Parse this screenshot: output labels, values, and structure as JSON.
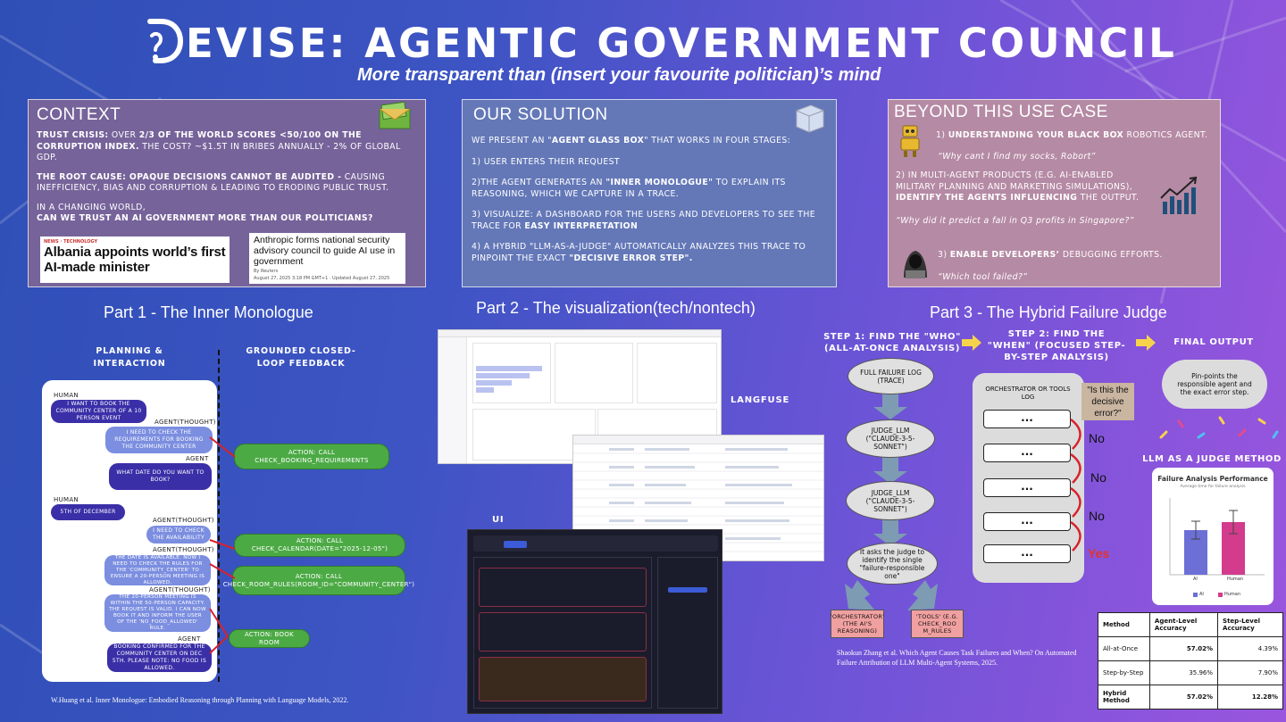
{
  "header": {
    "title": "EVISE: AGENTIC GOVERNMENT COUNCIL",
    "subtitle": "More transparent than (insert your favourite politician)’s mind"
  },
  "context": {
    "heading": "CONTEXT",
    "p1_a": "Trust crisis:",
    "p1_b": " over ",
    "p1_c": "2/3 of the world scores <50/100 on the Corruption Index.",
    "p1_d": " The cost? ~$1.5T in bribes annually - 2% of global GDP.",
    "p2_a": "The Root Cause: Opaque decisions cannot be audited -",
    "p2_b": " causing inefficiency, bias and corruption & leading to eroding public trust.",
    "p3_a": "In a changing world,",
    "p3_b": "can we trust an AI government more than our politicians?",
    "news1_tag": "NEWS · TECHNOLOGY",
    "news1": "Albania appoints world’s first AI-made minister",
    "news2": "Anthropic forms national security advisory council to guide AI use in government",
    "news2_by": "By Reuters",
    "news2_date": "August 27, 2025 3:18 PM GMT+1 · Updated August 27, 2025"
  },
  "solution": {
    "heading": "OUR SOLUTION",
    "p1_a": "We present an \"",
    "p1_b": "Agent Glass Box",
    "p1_c": "\"  that works in four stages:",
    "p2": "1) User enters their request",
    "p3_a": "2)The agent generates an ",
    "p3_b": "\"inner monologue\"",
    "p3_c": " to explain its reasoning, which we capture in a trace.",
    "p4_a": "3) Visualize: A dashboard for the users and developers to see the trace for ",
    "p4_b": "easy interpretation",
    "p5_a": "4) A Hybrid \"LLM-as-a-Judge\" automatically analyzes this trace to pinpoint the exact ",
    "p5_b": "\"decisive error step\"."
  },
  "beyond": {
    "heading": "BEYOND THIS USE CASE",
    "i1_a": "1) ",
    "i1_b": "Understanding your black box",
    "i1_c": " robotics agent.",
    "q1": "“Why cant I find my socks, Robort”",
    "i2_a": "2) In multi-agent products (e.g. AI-enabled military planning and marketing simulations), ",
    "i2_b": "identify the agents influencing",
    "i2_c": " the output.",
    "q2": "“Why did it predict a fall in Q3 profits in Singapore?”",
    "i3_a": "3) ",
    "i3_b": "Enable developers’",
    "i3_c": " debugging efforts.",
    "q3": "“Which tool failed?”"
  },
  "part1": {
    "title": "Part 1 - The Inner Monologue",
    "col_left": "PLANNING & INTERACTION",
    "col_right": "GROUNDED CLOSED-LOOP FEEDBACK",
    "labels": [
      "HUMAN",
      "AGENT(THOUGHT)",
      "AGENT",
      "HUMAN",
      "AGENT(THOUGHT)",
      "AGENT(THOUGHT)",
      "AGENT(THOUGHT)",
      "AGENT"
    ],
    "bubbles": [
      "I WANT TO BOOK THE COMMUNITY CENTER OF A 10 PERSON EVENT",
      "I NEED TO CHECK THE REQUIREMENTS FOR BOOKING THE COMMUNITY CENTER",
      "WHAT DATE DO YOU WANT TO BOOK?",
      "5TH OF DECEMBER",
      "I NEED TO CHECK THE AVAILABILITY",
      "THE DATE IS AVAILABLE. NOW I NEED TO CHECK THE RULES FOR THE 'COMMUNITY_CENTER' TO ENSURE A 20-PERSON MEETING IS ALLOWED.",
      "THE 20-PERSON MEETING IS WITHIN THE 50-PERSON CAPACITY. THE REQUEST IS VALID. I CAN NOW BOOK IT AND INFORM THE USER OF THE 'NO_FOOD_ALLOWED' RULE.",
      "BOOKING CONFIRMED FOR THE COMMUNITY CENTER ON DEC 5TH. PLEASE NOTE: NO FOOD IS ALLOWED."
    ],
    "actions": [
      "ACTION: CALL CHECK_BOOKING_REQUIREMENTS",
      "ACTION: CALL CHECK_CALENDAR(DATE=\"2025-12-05\")",
      "ACTION: CALL CHECK_ROOM_RULES(ROOM_ID=\"COMMUNITY_CENTER\")",
      "ACTION: BOOK ROOM"
    ],
    "citation": "W.Huang et al. Inner Monologue: Embodied Reasoning through Planning with Language Models, 2022."
  },
  "part2": {
    "title": "Part 2 - The visualization(tech/nontech)",
    "langfuse": "LANGFUSE",
    "ui": "UI"
  },
  "part3": {
    "title": "Part 3 - The Hybrid Failure Judge",
    "step1": "STEP 1: FIND THE \"WHO\" (ALL-AT-ONCE ANALYSIS)",
    "step2": "STEP 2: FIND THE \"WHEN\" (FOCUSED STEP-BY-STEP ANALYSIS)",
    "final": "FINAL OUTPUT",
    "flow": [
      "FULL FAILURE LOG (TRACE)",
      "JUDGE_LLM (\"CLAUDE-3-5-SONNET\")",
      "JUDGE_LLM (\"CLAUDE-3-5-SONNET\")",
      "It asks the judge to identify the single \"failure-responsible one\""
    ],
    "out_left": "'ORCHESTRATOR' (THE AI'S REASONING)",
    "out_right": "'TOOLS' (E.G. CHECK_ROO M_RULES",
    "log_title": "ORCHESTRATOR OR TOOLS LOG",
    "log_row": "...",
    "question": "\"Is this the decisive error?\"",
    "answers": [
      "No",
      "No",
      "No",
      "Yes"
    ],
    "final_text": "Pin-points the responsible agent and the exact error step.",
    "method_title": "LLM AS A JUDGE METHOD",
    "citation": "Shaokun Zhang et al. Which Agent Causes Task Failures and When? On Automated Failure Attribution of LLM Multi-Agent Systems, 2025.",
    "mini_chart": {
      "title": "Failure Analysis Performance",
      "subtitle": "Average time for failure analysis",
      "categories": [
        "AI",
        "Human"
      ],
      "legend": [
        "AI",
        "Human"
      ]
    },
    "table": {
      "headers": [
        "Method",
        "Agent-Level Accuracy",
        "Step-Level Accuracy"
      ],
      "rows": [
        [
          "All-at-Once",
          "57.02%",
          "4.39%"
        ],
        [
          "Step-by-Step",
          "35.96%",
          "7.90%"
        ],
        [
          "Hybrid Method",
          "57.02%",
          "12.28%"
        ]
      ]
    }
  }
}
